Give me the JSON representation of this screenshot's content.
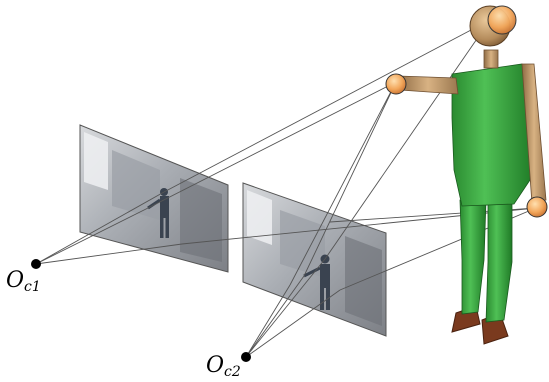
{
  "labels": {
    "camera1": {
      "main": "O",
      "sub": "c1"
    },
    "camera2": {
      "main": "O",
      "sub": "c2"
    }
  },
  "colors": {
    "line": "#444444",
    "body_green": "#2f9e35",
    "skin": "#c79d6a",
    "joint_orange": "#f2a65a",
    "shoe": "#7a3a1e",
    "camera_center": "#000000"
  }
}
